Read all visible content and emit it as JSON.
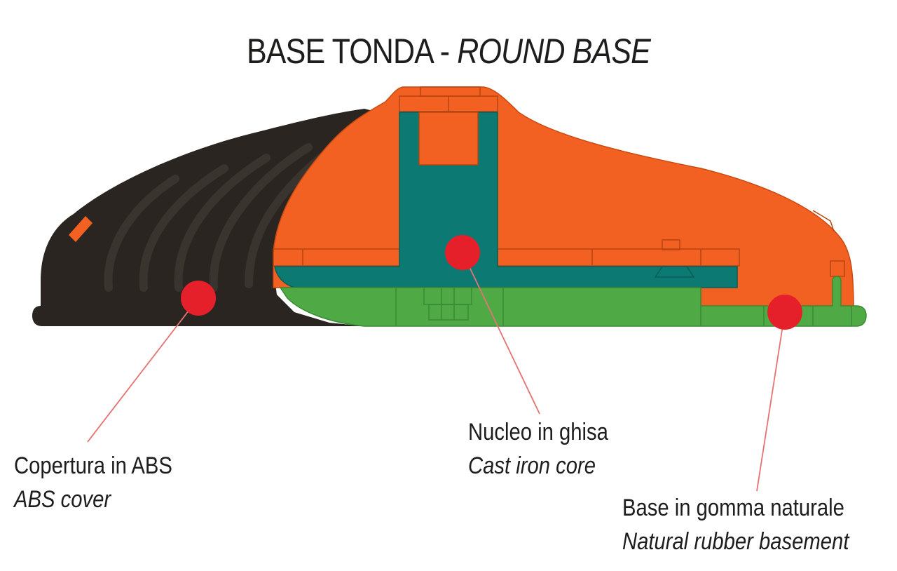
{
  "title": {
    "main": "BASE TONDA - ",
    "italic": "ROUND BASE"
  },
  "labels": {
    "cover": {
      "it": "Copertura in ABS",
      "en": "ABS cover"
    },
    "core": {
      "it": "Nucleo in ghisa",
      "en": "Cast iron core"
    },
    "base": {
      "it": "Base in gomma naturale",
      "en": "Natural rubber basement"
    }
  },
  "colors": {
    "abs_cover": "#2a2521",
    "orange_section": "#f26122",
    "cast_iron": "#0c7a72",
    "rubber": "#4faa45",
    "marker": "#e5202a",
    "leader": "#e57373"
  }
}
